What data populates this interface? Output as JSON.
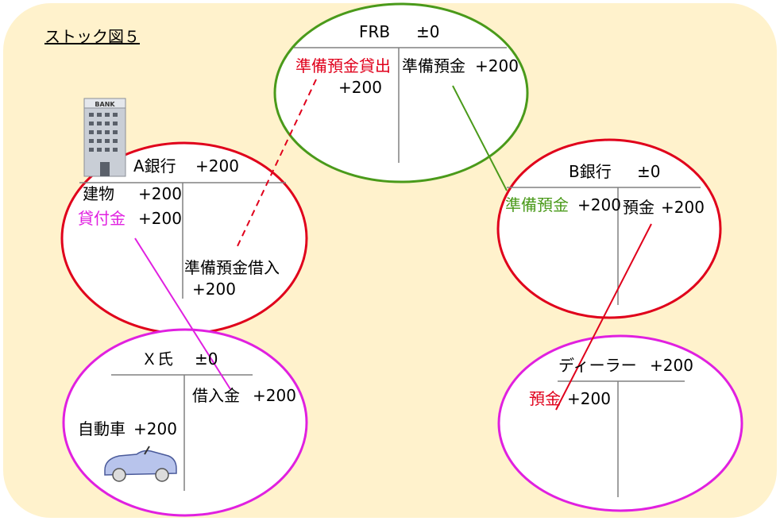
{
  "title": "ストック図５",
  "frb": {
    "name": "FRB",
    "change": "±0",
    "left_item_label": "準備預金貸出",
    "left_item_value": "+200",
    "right_item_label": "準備預金",
    "right_item_value": "+200"
  },
  "bank_a": {
    "name": "A銀行",
    "change": "+200",
    "building_label": "建物",
    "building_value": "+200",
    "loan_label": "貸付金",
    "loan_value": "+200",
    "borrow_label": "準備預金借入",
    "borrow_value": "+200",
    "sign_text": "BANK"
  },
  "bank_b": {
    "name": "B銀行",
    "change": "±0",
    "reserve_label": "準備預金",
    "reserve_value": "+200",
    "deposit_label": "預金",
    "deposit_value": "+200"
  },
  "mr_x": {
    "name": "Ｘ氏",
    "change": "±0",
    "car_label": "自動車",
    "car_value": "+200",
    "debt_label": "借入金",
    "debt_value": "+200"
  },
  "dealer": {
    "name": "ディーラー",
    "change": "+200",
    "deposit_label": "預金",
    "deposit_value": "+200"
  },
  "colors": {
    "background": "#fff2cc",
    "frb_ellipse": "#4a9a1a",
    "bank_ellipse": "#e0001b",
    "person_ellipse": "#e020e0",
    "reserve_link": "#4a9a1a",
    "deposit_link": "#e0001b",
    "loan_link": "#e020e0"
  }
}
